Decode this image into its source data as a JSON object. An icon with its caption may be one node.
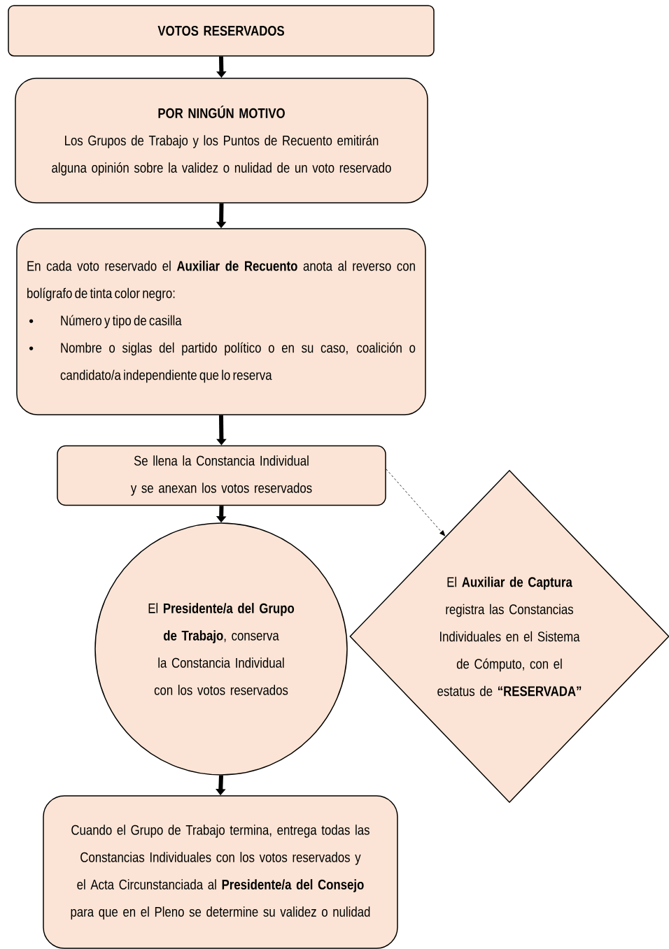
{
  "diagram": {
    "nodes": [
      {
        "text": [
          "VOTOS RESERVADOS"
        ]
      },
      {
        "text": [
          "POR NINGÚN MOTIVO",
          "Los Grupos de Trabajo y los Puntos de Recuento emitirán alguna opinión sobre la validez o nulidad de un voto reservado"
        ]
      },
      {
        "text": [
          "En cada voto reservado el **Auxiliar de Recuento** anota al reverso con bolígrafo de tinta color negro:",
          "Número y tipo de casilla",
          "Nombre o siglas del partido político o en su caso, coalición o candidato/a independiente que lo reserva"
        ]
      },
      {
        "text": [
          "Se llena la Constancia Individual y se anexan los votos reservados"
        ]
      },
      {
        "text": [
          "El **Presidente/a del Grupo de Trabajo**, conserva la Constancia Individual con los votos reservados"
        ]
      },
      {
        "text": [
          "El **Auxiliar de Captura** registra las Constancias Individuales en el Sistema de Cómputo, con el estatus de **“RESERVADA”**"
        ]
      },
      {
        "text": [
          "Cuando el Grupo de Trabajo termina, entrega todas las Constancias Individuales con los votos reservados y el Acta Circunstanciada al **Presidente/a del Consejo** para que en el Pleno se determine su validez o nulidad"
        ]
      }
    ],
    "edges": [
      {
        "from": 0,
        "to": 1,
        "arrow": "to"
      },
      {
        "from": 1,
        "to": 2,
        "arrow": "to"
      },
      {
        "from": 2,
        "to": 3,
        "arrow": "to"
      },
      {
        "from": 3,
        "to": 4,
        "arrow": "to"
      },
      {
        "from": 3,
        "to": 5,
        "arrow": "to",
        "style": "dashed"
      },
      {
        "from": 4,
        "to": 6,
        "arrow": "to"
      }
    ]
  }
}
